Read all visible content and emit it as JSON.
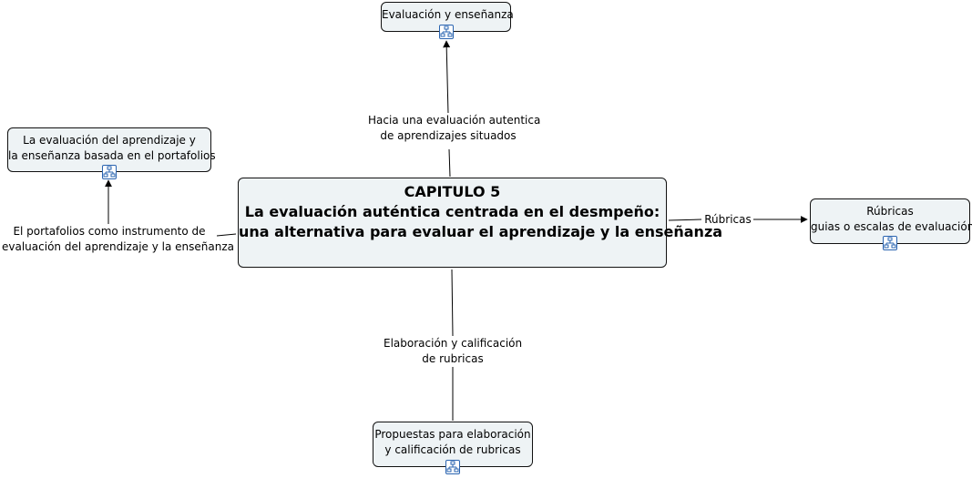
{
  "central": {
    "title": "CAPITULO 5",
    "line1": "La evaluación auténtica centrada en el desmpeño:",
    "line2": "una alternativa para evaluar el aprendizaje y la enseñanza"
  },
  "nodes": {
    "top": {
      "lines": [
        "Evaluación y enseñanza"
      ]
    },
    "left": {
      "lines": [
        "La evaluación del aprendizaje y",
        "la enseñanza basada en el portafolios"
      ]
    },
    "right": {
      "lines": [
        "Rúbricas",
        "guias o escalas de evaluación"
      ]
    },
    "bottom": {
      "lines": [
        "Propuestas para elaboración",
        "y calificación de rubricas"
      ]
    }
  },
  "links": {
    "top": {
      "lines": [
        "Hacia una evaluación autentica",
        "de aprendizajes situados"
      ]
    },
    "left": {
      "lines": [
        "El portafolios como instrumento de",
        "evaluación del aprendizaje y la enseñanza"
      ]
    },
    "right": {
      "lines": [
        "Rúbricas"
      ]
    },
    "bottom": {
      "lines": [
        "Elaboración y calificación",
        "de rubricas"
      ]
    }
  },
  "icons": [
    "concept-map-icon",
    "concept-map-icon",
    "concept-map-icon",
    "concept-map-icon"
  ],
  "colors": {
    "node_fill": "#eef3f5",
    "line": "#000000",
    "icon_border": "#2a64b0"
  }
}
